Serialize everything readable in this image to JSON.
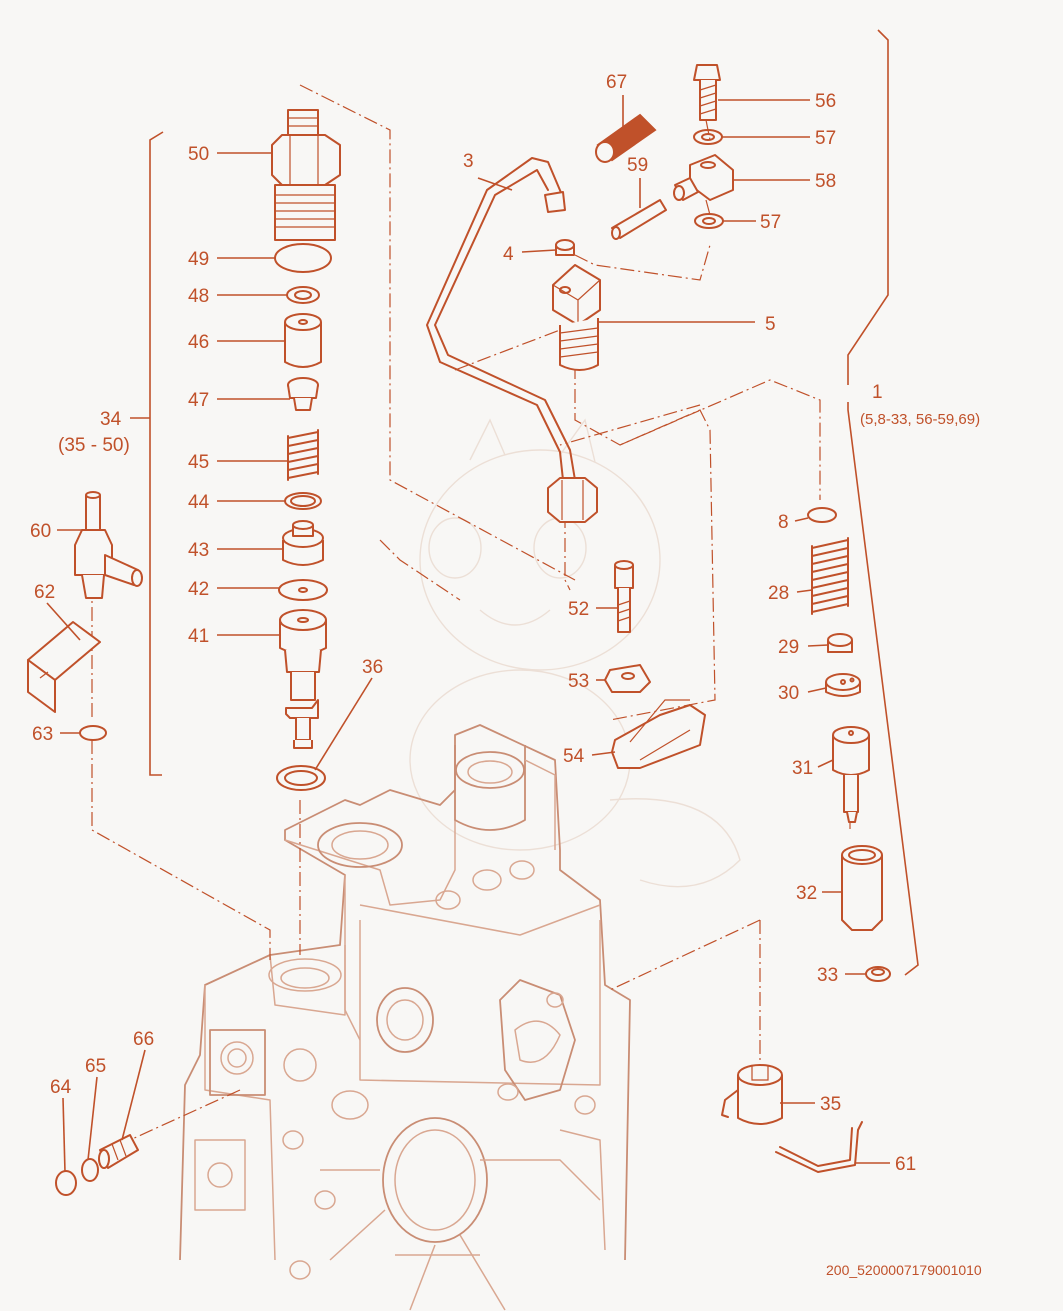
{
  "drawing_ref": "200_5200007179001010",
  "colors": {
    "accent": "#c0512a",
    "housing": "#d9a791",
    "background": "#f8f7f5"
  },
  "callouts": {
    "c1": "1",
    "c1_range": "(5,8-33, 56-59,69)",
    "c3": "3",
    "c4": "4",
    "c5": "5",
    "c8": "8",
    "c28": "28",
    "c29": "29",
    "c30": "30",
    "c31": "31",
    "c32": "32",
    "c33": "33",
    "c34": "34",
    "c34_range": "(35 - 50)",
    "c35": "35",
    "c36": "36",
    "c41": "41",
    "c42": "42",
    "c43": "43",
    "c44": "44",
    "c45": "45",
    "c46": "46",
    "c47": "47",
    "c48": "48",
    "c49": "49",
    "c50": "50",
    "c52": "52",
    "c53": "53",
    "c54": "54",
    "c56": "56",
    "c57a": "57",
    "c57b": "57",
    "c58": "58",
    "c59": "59",
    "c60": "60",
    "c61": "61",
    "c62": "62",
    "c63": "63",
    "c64": "64",
    "c65": "65",
    "c66": "66",
    "c67": "67"
  }
}
